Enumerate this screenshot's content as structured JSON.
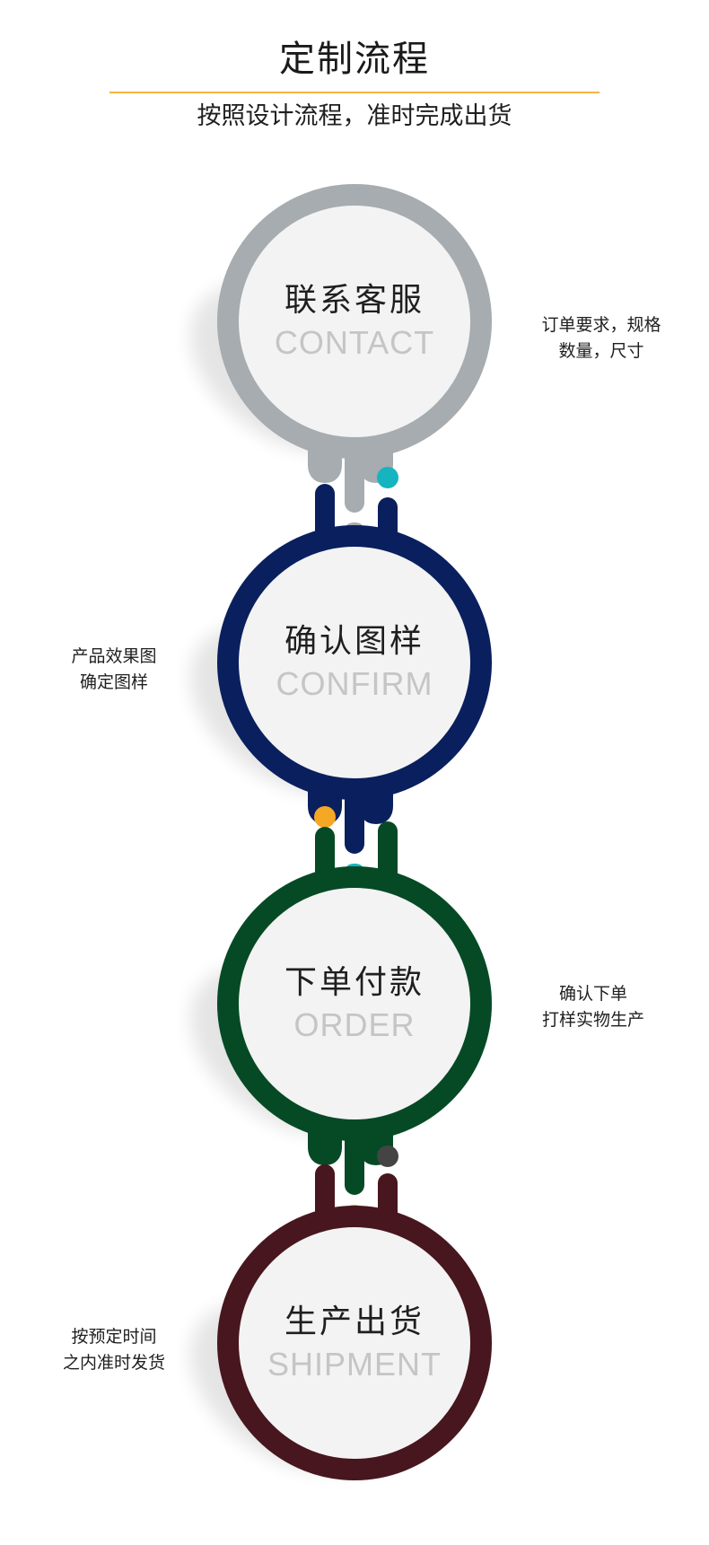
{
  "header": {
    "title": "定制流程",
    "subtitle": "按照设计流程，准时完成出货"
  },
  "steps": [
    {
      "title": "联系客服",
      "subtitle_en": "CONTACT",
      "note_line1": "订单要求，规格",
      "note_line2": "数量，尺寸",
      "ring_color": "#a6acaf"
    },
    {
      "title": "确认图样",
      "subtitle_en": "CONFIRM",
      "note_line1": "产品效果图",
      "note_line2": "确定图样",
      "ring_color": "#0a1f5e"
    },
    {
      "title": "下单付款",
      "subtitle_en": "ORDER",
      "note_line1": "确认下单",
      "note_line2": "打样实物生产",
      "ring_color": "#064a25"
    },
    {
      "title": "生产出货",
      "subtitle_en": "SHIPMENT",
      "note_line1": "按预定时间",
      "note_line2": "之内准时发货",
      "ring_color": "#47161e"
    }
  ],
  "accent_colors": {
    "title_rule": "#f3b544",
    "dot_teal": "#16b4c1",
    "dot_orange": "#f6a723",
    "dot_dark": "#444444",
    "circle_fill": "#f3f3f3"
  }
}
